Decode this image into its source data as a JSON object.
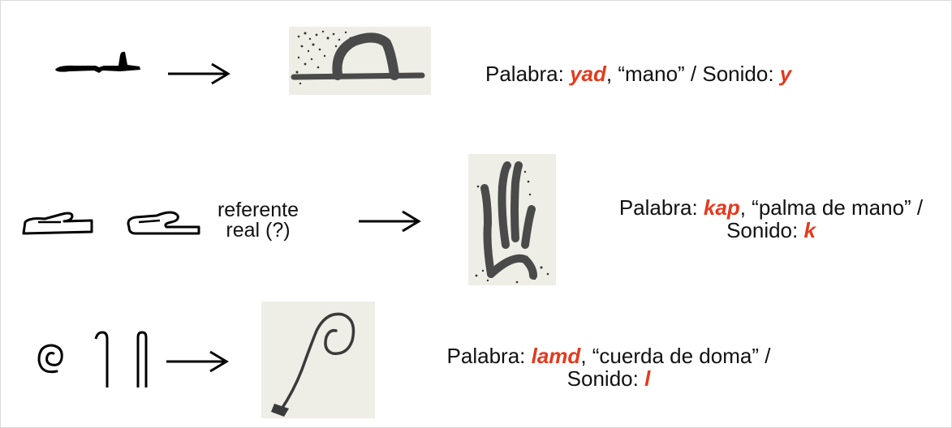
{
  "rows": [
    {
      "prefix": "Palabra: ",
      "word": "yad",
      "meaning": ", “mano” / Sonido: ",
      "sound": "y"
    },
    {
      "prefix": "Palabra: ",
      "word": "kap",
      "meaning": ", “palma de mano” /",
      "line2_prefix": "Sonido: ",
      "sound": "k",
      "referent": [
        "referente",
        "real (?)"
      ]
    },
    {
      "prefix": "Palabra: ",
      "word": "lamd",
      "meaning": ", “cuerda de doma” /",
      "line2_prefix": "Sonido: ",
      "sound": "l"
    }
  ],
  "colors": {
    "accent": "#e5391c",
    "text": "#111111",
    "glyph_ink": "#5a5a5a",
    "photo_bg": "#eeede6"
  }
}
